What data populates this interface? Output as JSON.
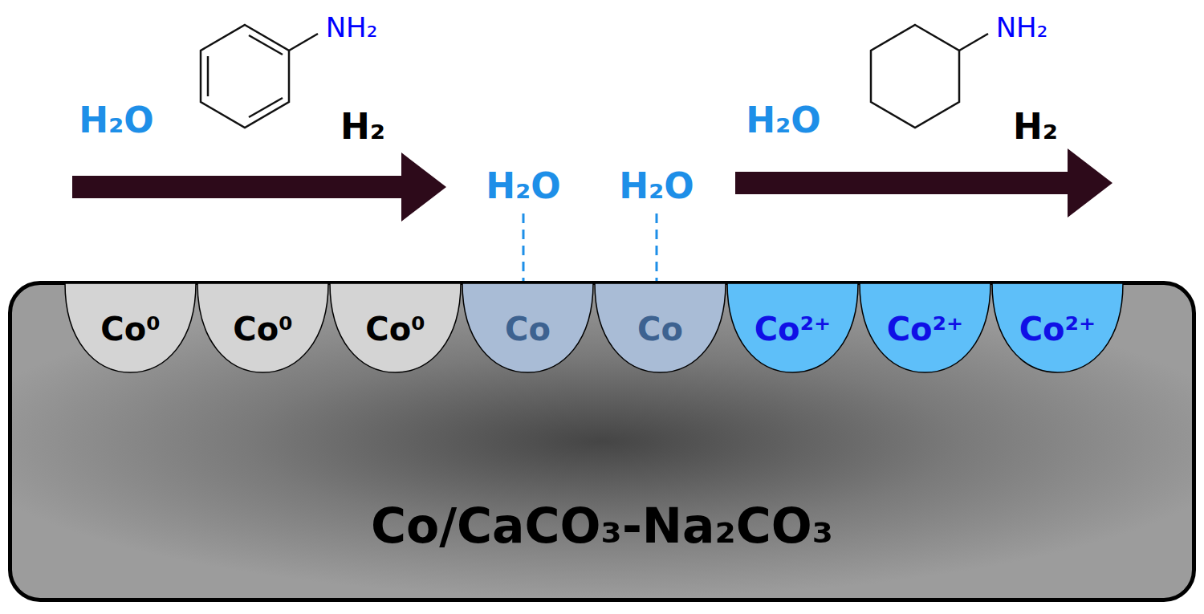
{
  "diagram": {
    "nodes": [
      {
        "text": [
          "Co/CaCO₃-Na₂CO₃"
        ]
      },
      {
        "text": [
          "Co⁰"
        ],
        "in": 0
      },
      {
        "text": [
          "Co⁰"
        ],
        "in": 0
      },
      {
        "text": [
          "Co⁰"
        ],
        "in": 0
      },
      {
        "text": [
          "Co"
        ],
        "in": 0
      },
      {
        "text": [
          "Co"
        ],
        "in": 0
      },
      {
        "text": [
          "Co²⁺"
        ],
        "in": 0
      },
      {
        "text": [
          "Co²⁺"
        ],
        "in": 0
      },
      {
        "text": [
          "Co²⁺"
        ],
        "in": 0
      }
    ],
    "labels": [
      "H₂O",
      "NH₂",
      "H₂",
      "H₂O",
      "H₂O",
      "H₂O",
      "NH₂",
      "H₂"
    ]
  }
}
